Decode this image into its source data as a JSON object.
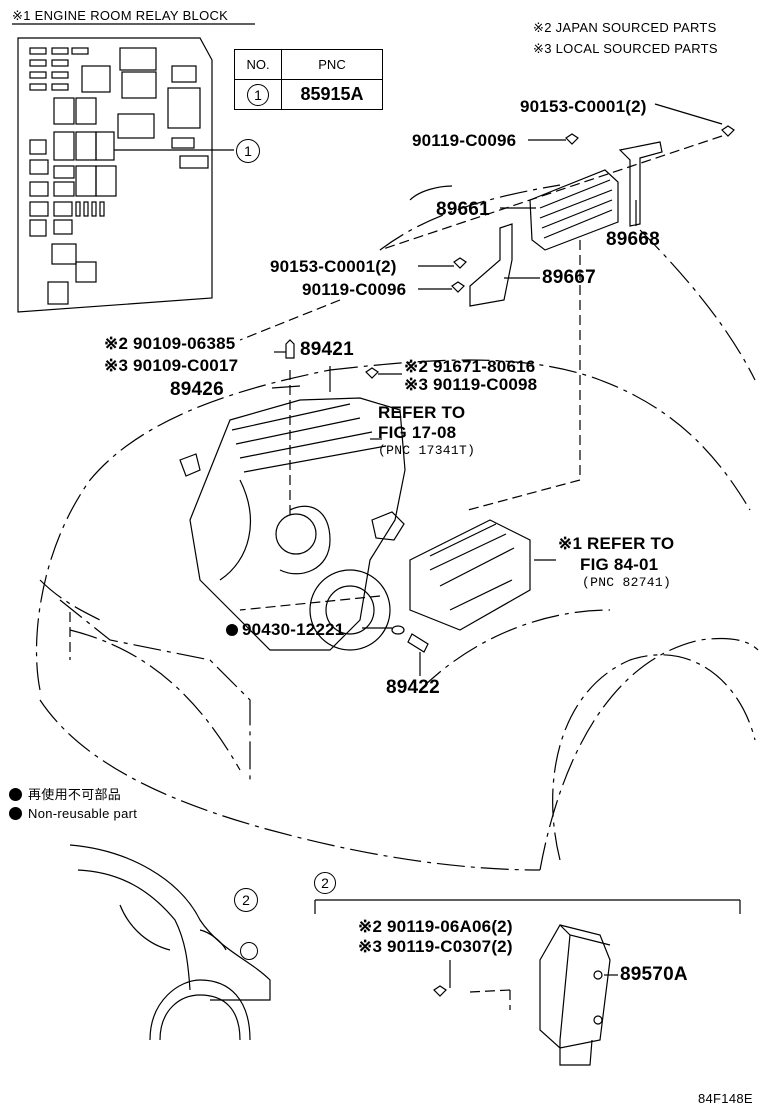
{
  "relay_block": {
    "title": "※1 ENGINE ROOM RELAY BLOCK",
    "callout": "1"
  },
  "pnc_table": {
    "col_no": "NO.",
    "col_pnc": "PNC",
    "row_no": "1",
    "row_pnc": "85915A"
  },
  "legend_notes": {
    "japan": "※2 JAPAN SOURCED PARTS",
    "local": "※3 LOCAL SOURCED PARTS"
  },
  "parts": {
    "p90153_top": "90153-C0001(2)",
    "p90119_top": "90119-C0096",
    "p89661": "89661",
    "p89668": "89668",
    "p90153_mid": "90153-C0001(2)",
    "p89667": "89667",
    "p90119_mid": "90119-C0096",
    "p90109_a": "※2 90109-06385",
    "p90109_b": "※3 90109-C0017",
    "p89421": "89421",
    "p89426": "89426",
    "p91671": "※2 91671-80616",
    "p90119_c0098": "※3 90119-C0098",
    "p90430": "90430-12221",
    "p89422": "89422",
    "p90119_06a06": "※2 90119-06A06(2)",
    "p90119_c0307": "※3 90119-C0307(2)",
    "p89570a": "89570A"
  },
  "refs": {
    "fig17_l1": "REFER TO",
    "fig17_l2": "FIG 17-08",
    "fig17_l3": "(PNC 17341T)",
    "fig84_l1": "※1 REFER TO",
    "fig84_l2": "FIG 84-01",
    "fig84_l3": "(PNC 82741)"
  },
  "nonreusable": {
    "jp": "再使用不可部品",
    "en": "Non-reusable part"
  },
  "callout_two": "2",
  "footer_code": "84F148E"
}
